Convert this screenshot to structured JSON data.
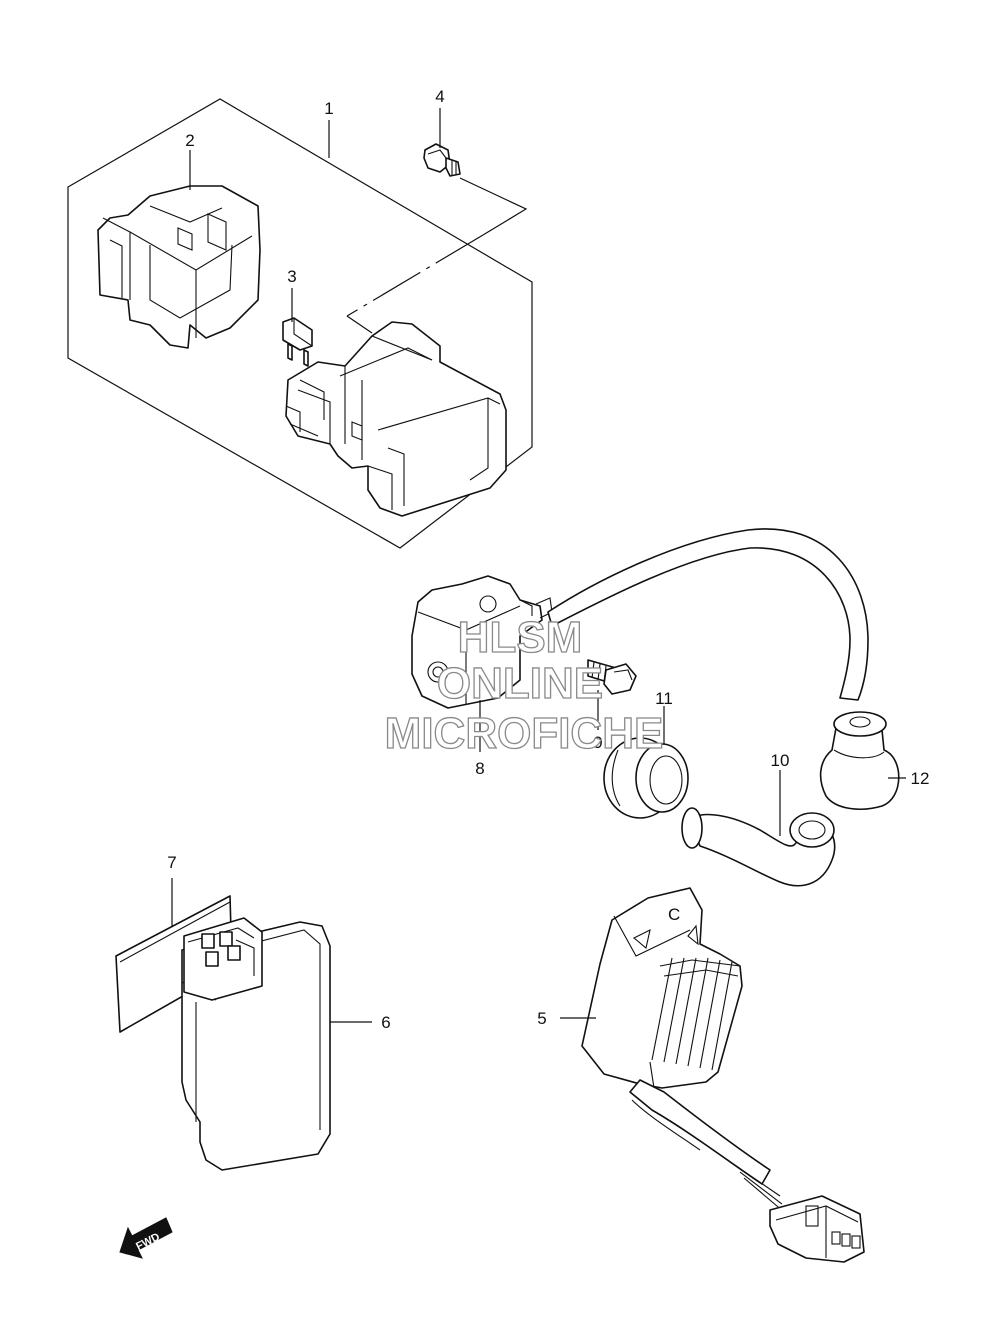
{
  "diagram": {
    "callouts": [
      {
        "id": "1",
        "text": "1"
      },
      {
        "id": "2",
        "text": "2"
      },
      {
        "id": "3",
        "text": "3"
      },
      {
        "id": "4",
        "text": "4"
      },
      {
        "id": "5",
        "text": "5"
      },
      {
        "id": "6",
        "text": "6"
      },
      {
        "id": "7",
        "text": "7"
      },
      {
        "id": "8",
        "text": "8"
      },
      {
        "id": "9",
        "text": "9"
      },
      {
        "id": "10",
        "text": "10"
      },
      {
        "id": "11",
        "text": "11"
      },
      {
        "id": "12",
        "text": "12"
      }
    ],
    "watermark": {
      "line1": "HLSM",
      "line2": "ONLINE",
      "line3": "MICROFICHE"
    },
    "fwd_arrow": {
      "text": "FWD"
    }
  }
}
